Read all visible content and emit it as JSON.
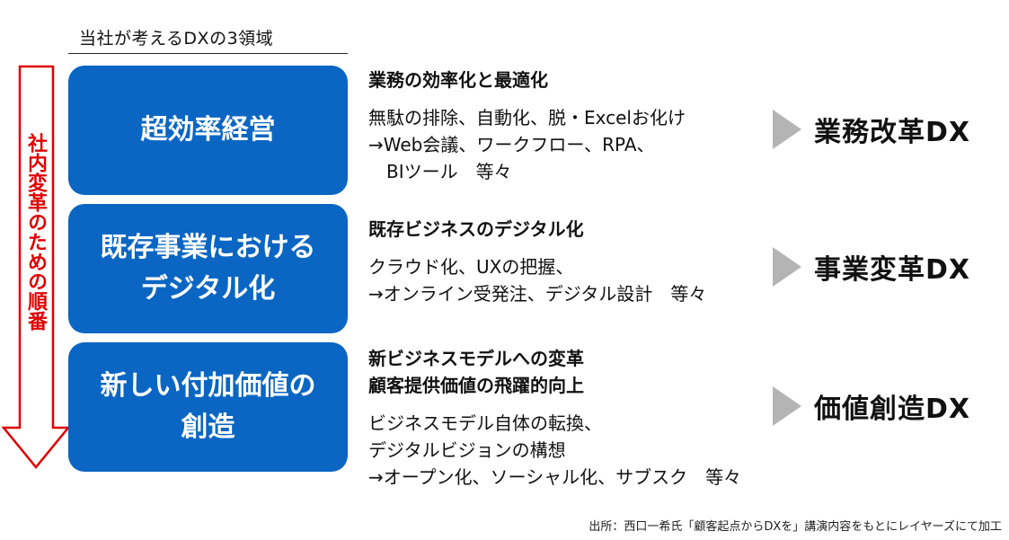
{
  "title": "当社が考えるDXの3領域",
  "arrow_label": "社内変革のための順番",
  "colors": {
    "box_blue": "#0a66c2",
    "arrow_red": "#e00000",
    "chevron_gray": "#b4b4b4"
  },
  "domains": [
    {
      "box_lines": [
        "超効率経営"
      ],
      "headings": [
        "業務の効率化と最適化"
      ],
      "details": [
        "無駄の排除、自動化、脱・Excelお化け",
        "→Web会議、ワークフロー、RPA、",
        "　BIツール　等々"
      ],
      "result": "業務改革DX"
    },
    {
      "box_lines": [
        "既存事業における",
        "デジタル化"
      ],
      "headings": [
        "既存ビジネスのデジタル化"
      ],
      "details": [
        "クラウド化、UXの把握、",
        "→オンライン受発注、デジタル設計　等々"
      ],
      "result": "事業変革DX"
    },
    {
      "box_lines": [
        "新しい付加価値の",
        "創造"
      ],
      "headings": [
        "新ビジネスモデルへの変革",
        "顧客提供価値の飛躍的向上"
      ],
      "details": [
        "ビジネスモデル自体の転換、",
        "デジタルビジョンの構想",
        "→オープン化、ソーシャル化、サブスク　等々"
      ],
      "result": "価値創造DX"
    }
  ],
  "source_note": "出所：西口一希氏「顧客起点からDXを」講演内容をもとにレイヤーズにて加工"
}
